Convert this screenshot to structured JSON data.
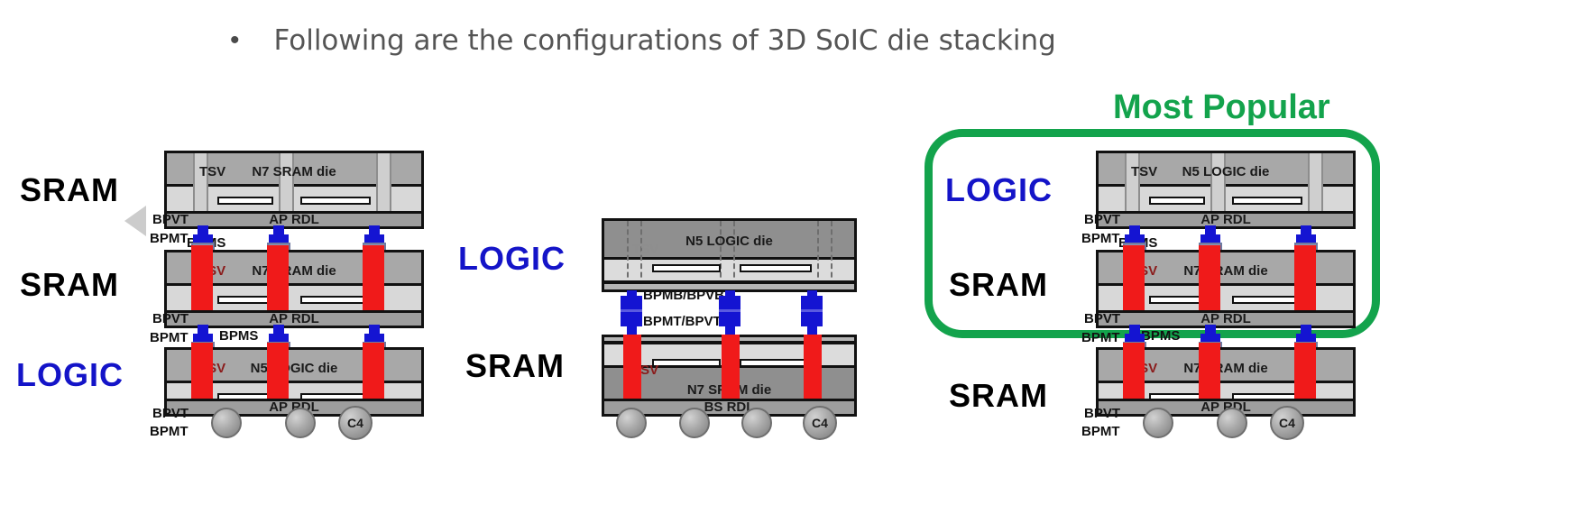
{
  "header": {
    "bullet": "•",
    "headline": "Following are the configurations of 3D SoIC die stacking"
  },
  "highlight": {
    "label": "Most Popular",
    "color": "#13a34c"
  },
  "labels": {
    "ap_rdl": "AP RDL",
    "bs_rdl": "BS RDL",
    "tsv": "TSV",
    "bpvt": "BPVT",
    "bpmt": "BPMT",
    "bpms": "BPMS",
    "bpmb_bpvb": "BPMB/BPVB",
    "bpmt_bpvt": "BPMT/BPVT",
    "c4": "C4"
  },
  "colors": {
    "logic_label": "#1414c8",
    "sram_label": "#000000",
    "tsv_red": "#f01a1a",
    "bump_blue": "#1414d2",
    "highlight_green": "#13a34c"
  },
  "stacks": [
    {
      "id": "stack-left",
      "side_labels": [
        {
          "text": "SRAM",
          "kind": "sram"
        },
        {
          "text": "SRAM",
          "kind": "sram"
        },
        {
          "text": "LOGIC",
          "kind": "logic"
        }
      ],
      "dies": [
        {
          "name": "N7  SRAM die",
          "node": "N7",
          "type": "SRAM",
          "tsv_style": "light"
        },
        {
          "name": "N7  SRAM die",
          "node": "N7",
          "type": "SRAM",
          "tsv_style": "red"
        },
        {
          "name": "N5  LOGIC die",
          "node": "N5",
          "type": "LOGIC",
          "tsv_style": "red"
        }
      ],
      "bond_layers": [
        "BPVT / BPMT / BPMS",
        "BPVT / BPMT / BPMS"
      ],
      "bottom": "C4"
    },
    {
      "id": "stack-middle",
      "side_labels": [
        {
          "text": "LOGIC",
          "kind": "logic"
        },
        {
          "text": "SRAM",
          "kind": "sram"
        }
      ],
      "dies": [
        {
          "name": "N5  LOGIC die",
          "node": "N5",
          "type": "LOGIC",
          "tsv_style": "dashed",
          "flipped": true
        },
        {
          "name": "N7  SRAM die",
          "node": "N7",
          "type": "SRAM",
          "tsv_style": "red",
          "flipped": true
        }
      ],
      "bond_layers": [
        "BPMB/BPVB",
        "BPMT/BPVT"
      ],
      "bottom": "C4"
    },
    {
      "id": "stack-right",
      "side_labels": [
        {
          "text": "LOGIC",
          "kind": "logic"
        },
        {
          "text": "SRAM",
          "kind": "sram"
        },
        {
          "text": "SRAM",
          "kind": "sram"
        }
      ],
      "dies": [
        {
          "name": "N5  LOGIC die",
          "node": "N5",
          "type": "LOGIC",
          "tsv_style": "light"
        },
        {
          "name": "N7  SRAM die",
          "node": "N7",
          "type": "SRAM",
          "tsv_style": "red"
        },
        {
          "name": "N7  SRAM die",
          "node": "N7",
          "type": "SRAM",
          "tsv_style": "red"
        }
      ],
      "bond_layers": [
        "BPVT / BPMT / BPMS",
        "BPVT / BPMT / BPMS"
      ],
      "bottom": "C4",
      "highlighted": true
    }
  ]
}
